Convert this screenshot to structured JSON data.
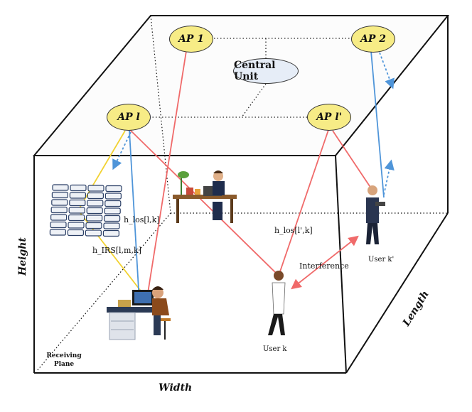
{
  "access_points": {
    "ap1": "AP 1",
    "ap2": "AP 2",
    "apl": "AP l",
    "aplp": "AP l'"
  },
  "central_unit": "Central Unit",
  "channels": {
    "h_los_lk": "h_los[l,k]",
    "h_irs": "h_IRS[l,m,k]",
    "h_los_lpk": "h_los[l',k]"
  },
  "labels": {
    "interference": "Interference",
    "user_k": "User k",
    "user_kp": "User k'",
    "receiving_plane": "Receiving\nPlane"
  },
  "axes": {
    "height": "Height",
    "width": "Width",
    "length": "Length"
  },
  "colors": {
    "los_link": "#f06a6a",
    "irs_link": "#f2d232",
    "ap_link": "#4f95d9",
    "ap_fill": "#f7ec86",
    "cu_fill": "#e6edf7"
  }
}
